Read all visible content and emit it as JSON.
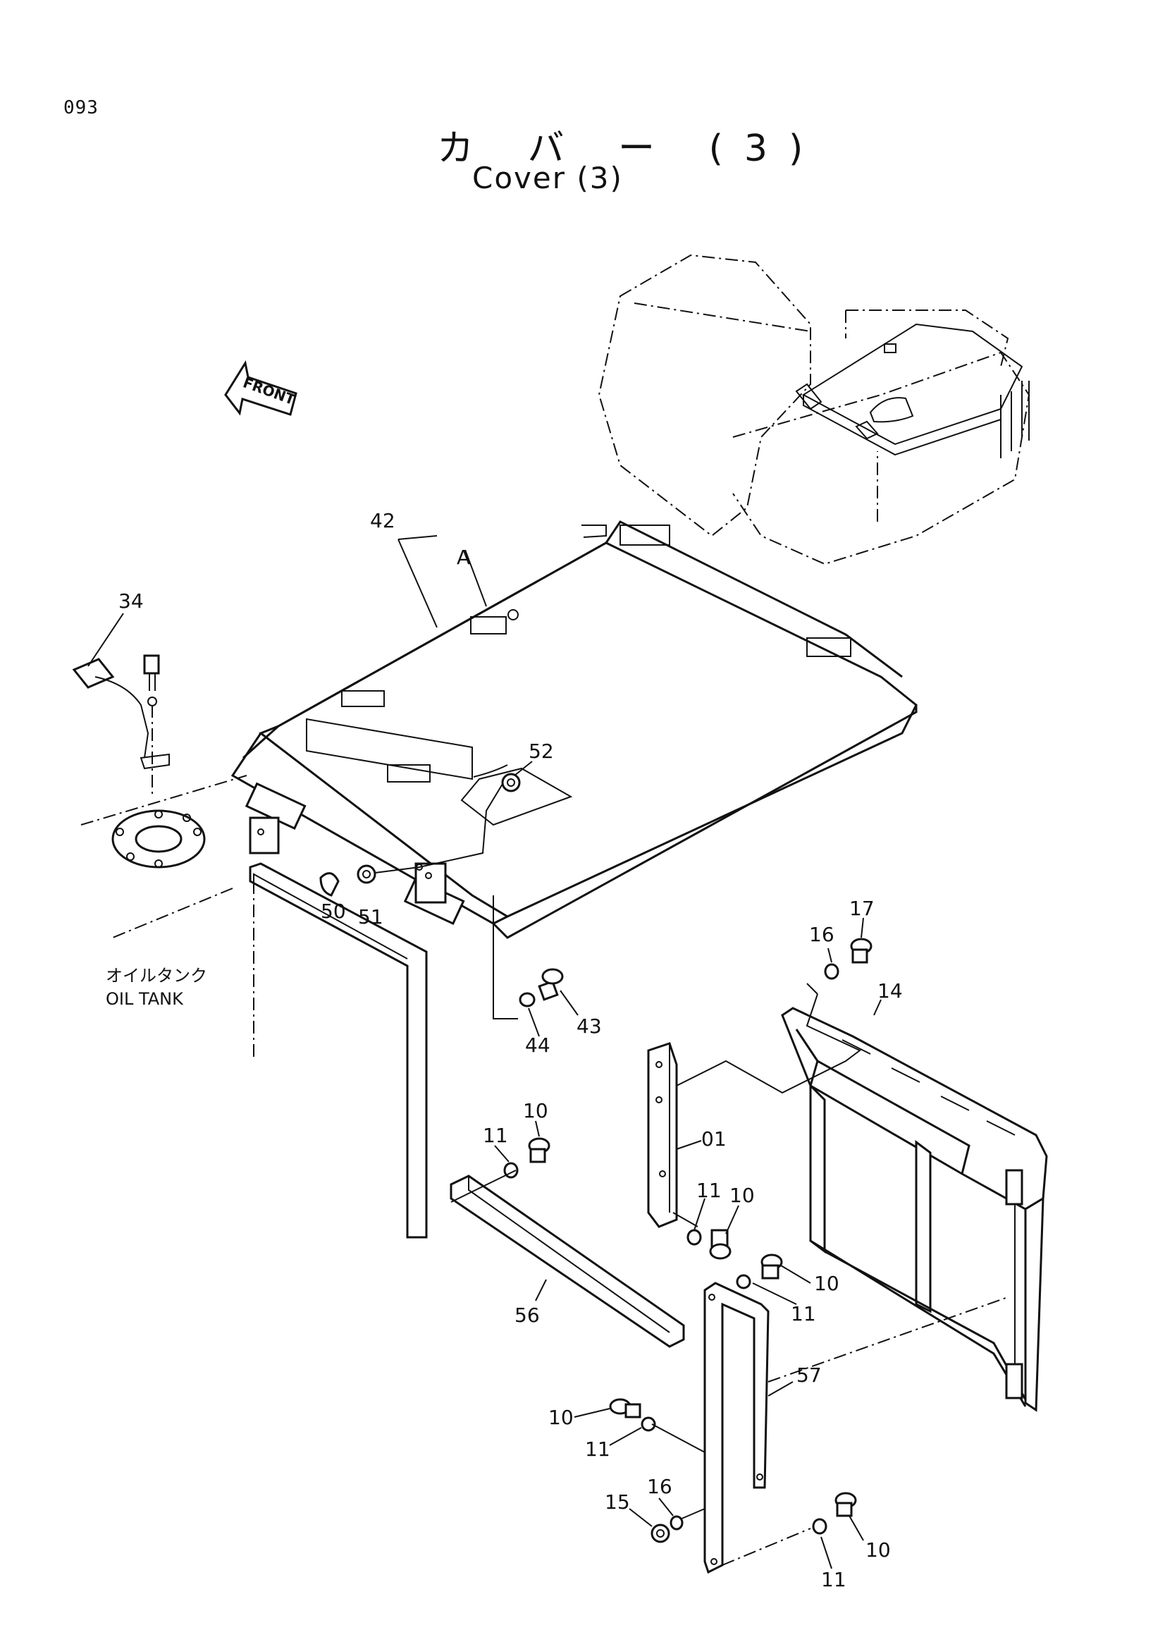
{
  "page": {
    "number": "093"
  },
  "title": {
    "japanese": "カ バ ー (3)",
    "english": "Cover  (3)"
  },
  "labels": {
    "front": "FRONT",
    "view_a": "A",
    "oil_tank_jp": "オイルタンク",
    "oil_tank_en": "OIL TANK"
  },
  "callouts": [
    {
      "id": "c42",
      "text": "42"
    },
    {
      "id": "c34",
      "text": "34"
    },
    {
      "id": "c52",
      "text": "52"
    },
    {
      "id": "c50",
      "text": "50"
    },
    {
      "id": "c51",
      "text": "51"
    },
    {
      "id": "c17",
      "text": "17"
    },
    {
      "id": "c16a",
      "text": "16"
    },
    {
      "id": "c14",
      "text": "14"
    },
    {
      "id": "c43",
      "text": "43"
    },
    {
      "id": "c44",
      "text": "44"
    },
    {
      "id": "c10a",
      "text": "10"
    },
    {
      "id": "c11a",
      "text": "11"
    },
    {
      "id": "c01",
      "text": "01"
    },
    {
      "id": "c11b",
      "text": "11"
    },
    {
      "id": "c10b",
      "text": "10"
    },
    {
      "id": "c10c",
      "text": "10"
    },
    {
      "id": "c11c",
      "text": "11"
    },
    {
      "id": "c56",
      "text": "56"
    },
    {
      "id": "c57",
      "text": "57"
    },
    {
      "id": "c10d",
      "text": "10"
    },
    {
      "id": "c11d",
      "text": "11"
    },
    {
      "id": "c16b",
      "text": "16"
    },
    {
      "id": "c15",
      "text": "15"
    },
    {
      "id": "c10e",
      "text": "10"
    },
    {
      "id": "c11e",
      "text": "11"
    }
  ]
}
